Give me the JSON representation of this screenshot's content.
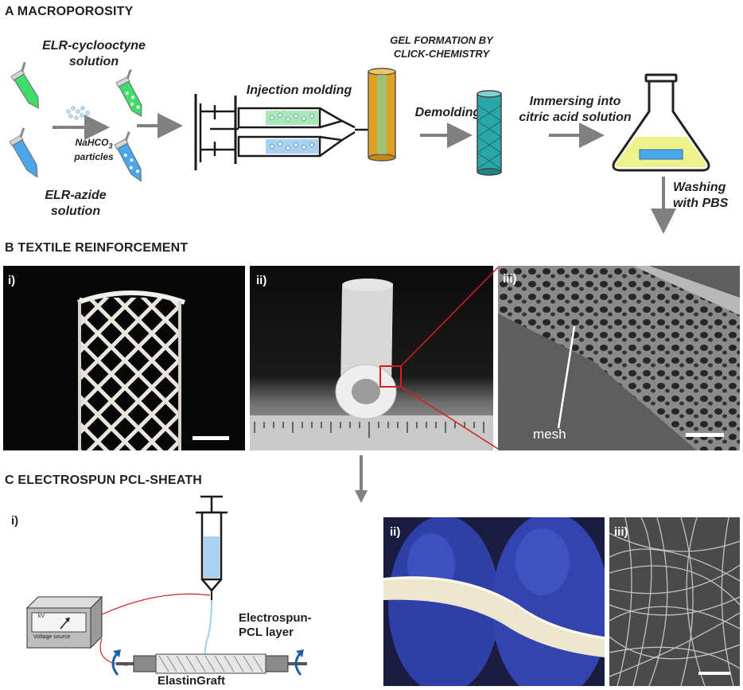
{
  "section_a": {
    "heading": "A MACROPOROSITY",
    "elr_cyclooctyne": "ELR-cyclooctyne solution",
    "elr_azide": "ELR-azide solution",
    "nahco3": "NaHCO",
    "nahco3_sub": "3",
    "particles": "particles",
    "injection": "Injection molding",
    "gel_formation": "GEL FORMATION BY CLICK-CHEMISTRY",
    "demolding": "Demolding",
    "immersing": "Immersing into citric acid solution",
    "washing": "Washing with PBS"
  },
  "section_b": {
    "heading": "B TEXTILE REINFORCEMENT",
    "panel_i": "i)",
    "panel_ii": "ii)",
    "panel_iii": "iii)",
    "mesh": "mesh"
  },
  "section_c": {
    "heading": "C ELECTROSPUN PCL-SHEATH",
    "panel_i": "i)",
    "panel_ii": "ii)",
    "panel_iii": "iii)",
    "kv": "kV",
    "voltage_source": "Voltage source",
    "layer": "Electrospun-PCL layer",
    "graft": "ElastinGraft"
  },
  "colors": {
    "green": "#3fdd6a",
    "blue": "#4aa8ea",
    "gold": "#e0a020",
    "teal": "#2ba7a8",
    "yellow_liquid": "#eef28a",
    "arrow": "#808080",
    "glove": "#2f3fa8"
  }
}
